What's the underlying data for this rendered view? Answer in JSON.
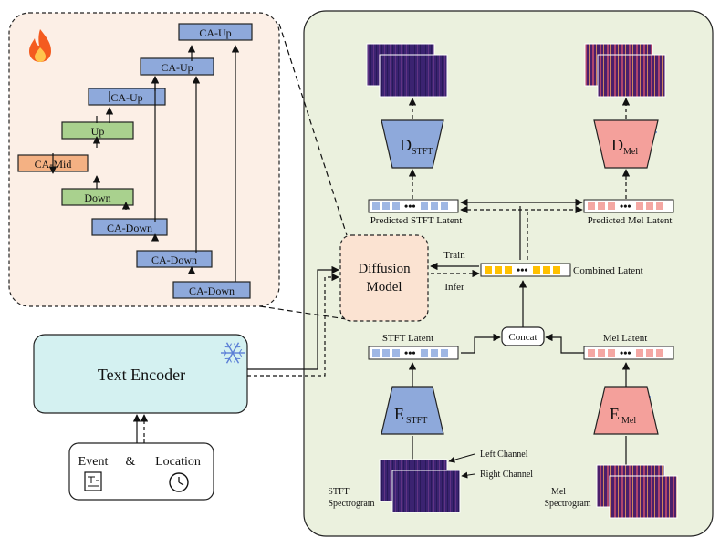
{
  "unet": {
    "blocks": [
      {
        "key": "ca_up_3",
        "label": "CA-Up",
        "color": "#8ea9db"
      },
      {
        "key": "ca_up_2",
        "label": "CA-Up",
        "color": "#8ea9db"
      },
      {
        "key": "ca_up_1",
        "label": "CA-Up",
        "color": "#8ea9db"
      },
      {
        "key": "up",
        "label": "Up",
        "color": "#a9d18e"
      },
      {
        "key": "ca_mid",
        "label": "CA-Mid",
        "color": "#f4b183"
      },
      {
        "key": "down",
        "label": "Down",
        "color": "#a9d18e"
      },
      {
        "key": "ca_down_1",
        "label": "CA-Down",
        "color": "#8ea9db"
      },
      {
        "key": "ca_down_2",
        "label": "CA-Down",
        "color": "#8ea9db"
      },
      {
        "key": "ca_down_3",
        "label": "CA-Down",
        "color": "#8ea9db"
      }
    ]
  },
  "labels": {
    "diffusion_model": "Diffusion Model",
    "diffusion_line1": "Diffusion",
    "diffusion_line2": "Model",
    "text_encoder": "Text Encoder",
    "event": "Event",
    "ampersand": "&",
    "location": "Location",
    "train": "Train",
    "infer": "Infer",
    "combined_latent": "Combined Latent",
    "predicted_stft_latent": "Predicted STFT Latent",
    "predicted_mel_latent": "Predicted Mel Latent",
    "stft_latent": "STFT Latent",
    "mel_latent": "Mel Latent",
    "concat": "Concat",
    "d_stft_main": "D",
    "d_stft_sub": "STFT",
    "d_mel_main": "D",
    "d_mel_sub": "Mel",
    "e_stft_main": "E",
    "e_stft_sub": "STFT",
    "e_mel_main": "E",
    "e_mel_sub": "Mel",
    "left_channel": "Left Channel",
    "right_channel": "Right Channel",
    "stft_spec_line1": "STFT",
    "stft_spec_line2": "Spectrogram",
    "mel_spec_line1": "Mel",
    "mel_spec_line2": "Spectrogram"
  },
  "colors": {
    "unet_panel_bg": "#fcefe6",
    "right_panel_bg": "#ebf1de",
    "text_encoder_bg": "#d4f1f1",
    "diffusion_bg": "#fbe3d2",
    "stft_decoder": "#8ea9db",
    "mel_decoder": "#f4a09b",
    "latent_blue": "#9fb7e4",
    "latent_yellow": "#ffc000",
    "latent_pink": "#f4a7a3"
  },
  "icons": {
    "flame": "fire-icon",
    "snowflake": "snowflake-icon",
    "document": "document-icon",
    "clock": "clock-icon"
  }
}
